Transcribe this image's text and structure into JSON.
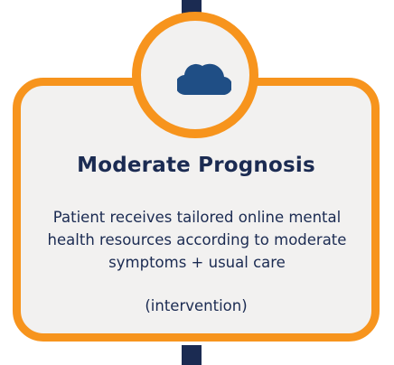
{
  "card": {
    "icon": "cloud-icon",
    "title": "Moderate Prognosis",
    "description": "Patient receives tailored online mental health resources according to moderate symptoms + usual care",
    "note": "(intervention)"
  },
  "colors": {
    "accent_orange": "#f7941d",
    "navy": "#1b2b52",
    "cloud_blue": "#1f4e85",
    "card_fill": "#f2f1f0"
  }
}
